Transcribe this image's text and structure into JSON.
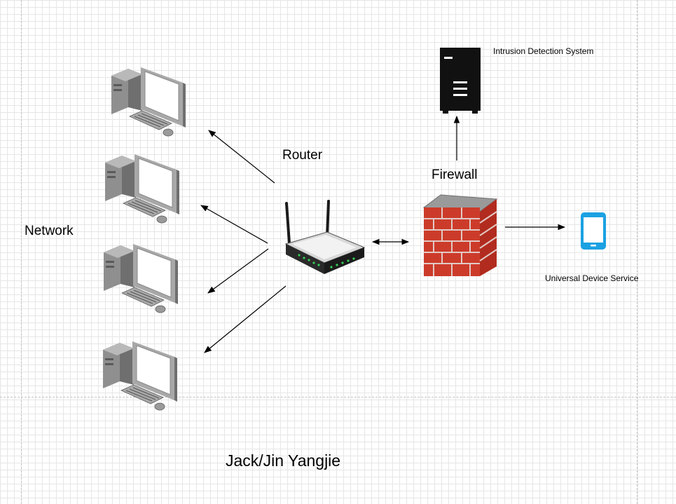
{
  "diagram": {
    "labels": {
      "network": "Network",
      "router": "Router",
      "firewall": "Firewall",
      "ids": "Intrusion Detection System",
      "universal_device_service": "Universal Device Service",
      "author": "Jack/Jin Yangjie"
    },
    "icons": {
      "computer": "desktop-computer-icon",
      "router": "wireless-router-icon",
      "firewall": "brick-firewall-icon",
      "server": "server-tower-icon",
      "mobile": "mobile-phone-icon"
    },
    "colors": {
      "grid": "#e6e6e6",
      "firewall_brick": "#c0392b",
      "phone_accent": "#1ba1e2",
      "server": "#111111"
    }
  }
}
